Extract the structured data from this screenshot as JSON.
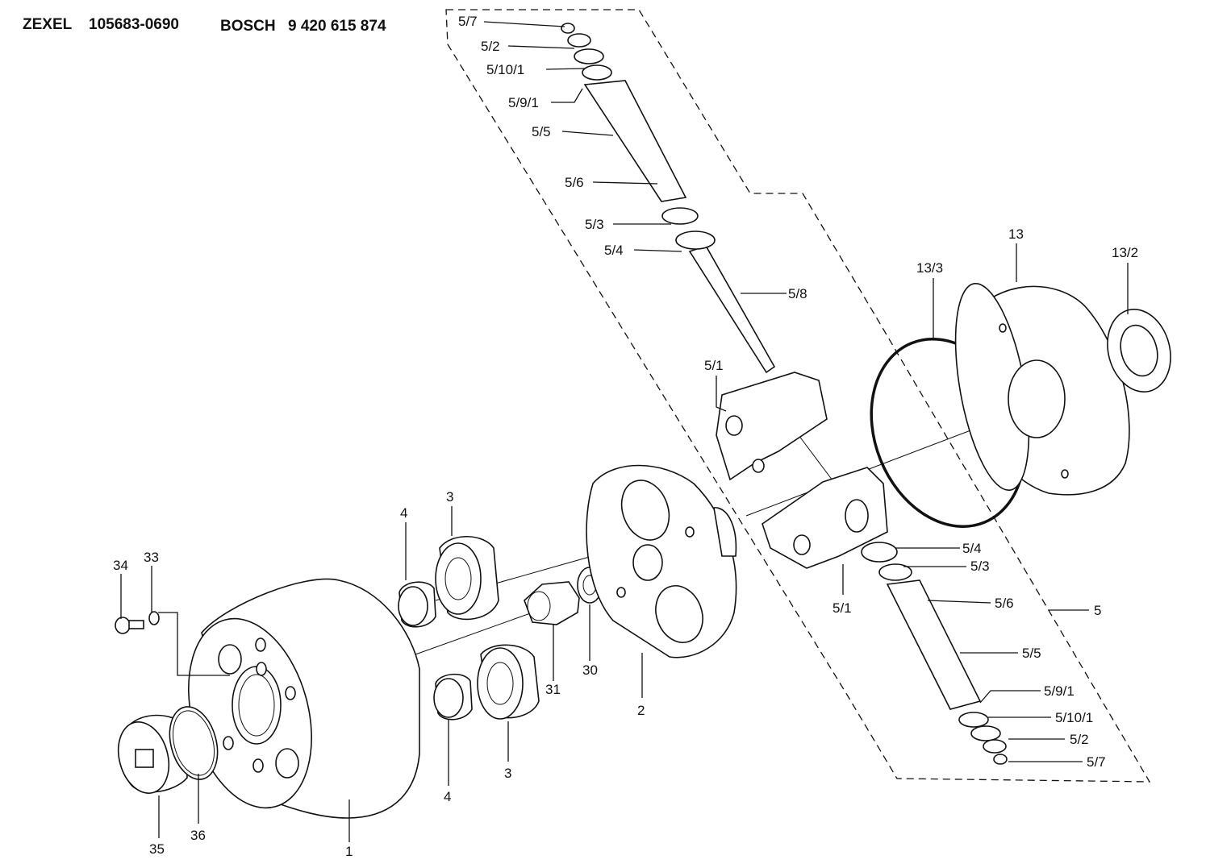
{
  "header": {
    "brand1": "ZEXEL",
    "number1": "105683-0690",
    "brand2": "BOSCH",
    "number2": "9 420 615 874"
  },
  "labels": {
    "p5_7_top": "5/7",
    "p5_2_top": "5/2",
    "p5_10_1_top": "5/10/1",
    "p5_9_1_top": "5/9/1",
    "p5_5_top": "5/5",
    "p5_6_top": "5/6",
    "p5_3_top": "5/3",
    "p5_4_top": "5/4",
    "p5_8": "5/8",
    "p5_1_top": "5/1",
    "p13": "13",
    "p13_3": "13/3",
    "p13_2": "13/2",
    "p5_4_bot": "5/4",
    "p5_3_bot": "5/3",
    "p5_1_bot": "5/1",
    "p5_6_bot": "5/6",
    "p5": "5",
    "p5_5_bot": "5/5",
    "p5_9_1_bot": "5/9/1",
    "p5_10_1_bot": "5/10/1",
    "p5_2_bot": "5/2",
    "p5_7_bot": "5/7",
    "p4_top": "4",
    "p3_top": "3",
    "p34": "34",
    "p33": "33",
    "p31": "31",
    "p30": "30",
    "p2": "2",
    "p4_bot": "4",
    "p3_bot": "3",
    "p35": "35",
    "p36": "36",
    "p1": "1"
  }
}
